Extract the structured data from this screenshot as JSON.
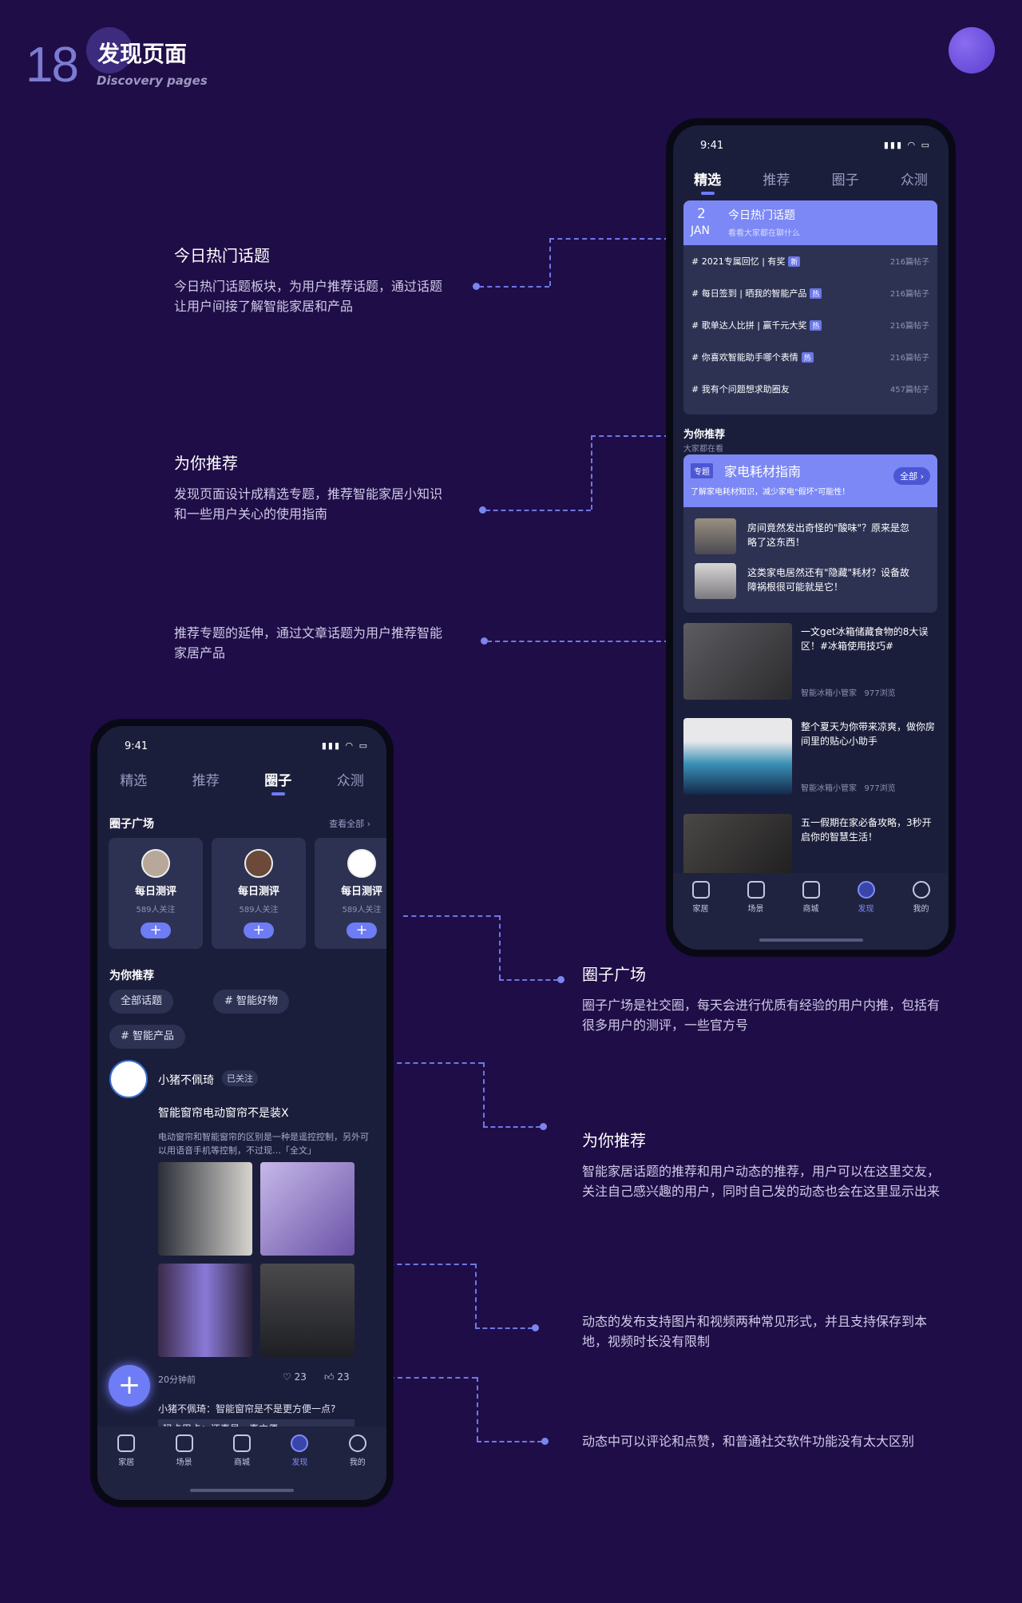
{
  "header": {
    "number": "18",
    "title": "发现页面",
    "subtitle": "Discovery pages"
  },
  "annotations": [
    {
      "title": "今日热门话题",
      "desc": "今日热门话题板块，为用户推荐话题，通过话题让用户间接了解智能家居和产品"
    },
    {
      "title": "为你推荐",
      "desc": "发现页面设计成精选专题，推荐智能家居小知识和一些用户关心的使用指南"
    },
    {
      "title": "",
      "desc": "推荐专题的延伸，通过文章话题为用户推荐智能家居产品"
    },
    {
      "title": "圈子广场",
      "desc": "圈子广场是社交圈，每天会进行优质有经验的用户内推，包括有很多用户的测评，一些官方号"
    },
    {
      "title": "为你推荐",
      "desc": "智能家居话题的推荐和用户动态的推荐，用户可以在这里交友，关注自己感兴趣的用户，同时自己发的动态也会在这里显示出来"
    },
    {
      "title": "",
      "desc": "动态的发布支持图片和视频两种常见形式，并且支持保存到本地，视频时长没有限制"
    },
    {
      "title": "",
      "desc": "动态中可以评论和点赞，和普通社交软件功能没有太大区别"
    }
  ],
  "status": {
    "time": "9:41",
    "icons": "▮▮▮ ◠ ▭"
  },
  "tabs": [
    "精选",
    "推荐",
    "圈子",
    "众测"
  ],
  "phone1": {
    "hot": {
      "day": "2",
      "month": "JAN",
      "title": "今日热门话题",
      "sub": "看看大家都在聊什么",
      "topics": [
        {
          "text": "# 2021专属回忆 | 有奖",
          "badge": "新",
          "count": "216篇帖子"
        },
        {
          "text": "# 每日签到 | 晒我的智能产品",
          "badge": "热",
          "count": "216篇帖子"
        },
        {
          "text": "# 歌单达人比拼 | 赢千元大奖",
          "badge": "热",
          "count": "216篇帖子"
        },
        {
          "text": "# 你喜欢智能助手哪个表情",
          "badge": "热",
          "count": "216篇帖子"
        },
        {
          "text": "# 我有个问题想求助圈友",
          "badge": "",
          "count": "457篇帖子"
        }
      ]
    },
    "rec_title": "为你推荐",
    "rec_sub": "大家都在看",
    "special": {
      "tag": "专题",
      "title": "家电耗材指南",
      "desc": "了解家电耗材知识，减少家电\"假坏\"可能性！",
      "btn": "全部 ›",
      "items": [
        "房间竟然发出奇怪的\"酸味\"？原来是忽略了这东西！",
        "这类家电居然还有\"隐藏\"耗材？设备故障祸根很可能就是它！"
      ]
    },
    "articles": [
      {
        "title": "一文get冰箱储藏食物的8大误区！#冰箱使用技巧#",
        "author": "智能冰箱小管家",
        "views": "977浏览"
      },
      {
        "title": "整个夏天为你带来凉爽，做你房间里的贴心小助手",
        "author": "智能冰箱小管家",
        "views": "977浏览"
      },
      {
        "title": "五一假期在家必备攻略，3秒开启你的智慧生活！",
        "author": "",
        "views": ""
      }
    ]
  },
  "nav": [
    "家居",
    "场景",
    "商城",
    "发现",
    "我的"
  ],
  "phone2": {
    "plaza": "圈子广场",
    "view_all": "查看全部 ›",
    "circles": [
      {
        "name": "每日测评",
        "fans": "589人关注"
      },
      {
        "name": "每日测评",
        "fans": "589人关注"
      },
      {
        "name": "每日测评",
        "fans": "589人关注"
      }
    ],
    "rec": "为你推荐",
    "chips": [
      "全部话题",
      "# 智能好物",
      "# 智能产品"
    ],
    "post": {
      "user": "小猪不佩琦",
      "follow": "已关注",
      "title": "智能窗帘电动窗帘不是装X",
      "body": "电动窗帘和智能窗帘的区别是一种是遥控控制，另外可以用语音手机等控制，不过现…「全文」",
      "time": "20分钟前",
      "likes": "23",
      "comments": "23",
      "comment1": "小猪不佩琦：智能窗帘是不是更方便一点?",
      "comment2": "玛卡巴卡：还真是，真方便"
    }
  },
  "colors": {
    "bg": "#1f0d47",
    "accent": "#6e7cf5",
    "screen": "#1b1e3b"
  }
}
